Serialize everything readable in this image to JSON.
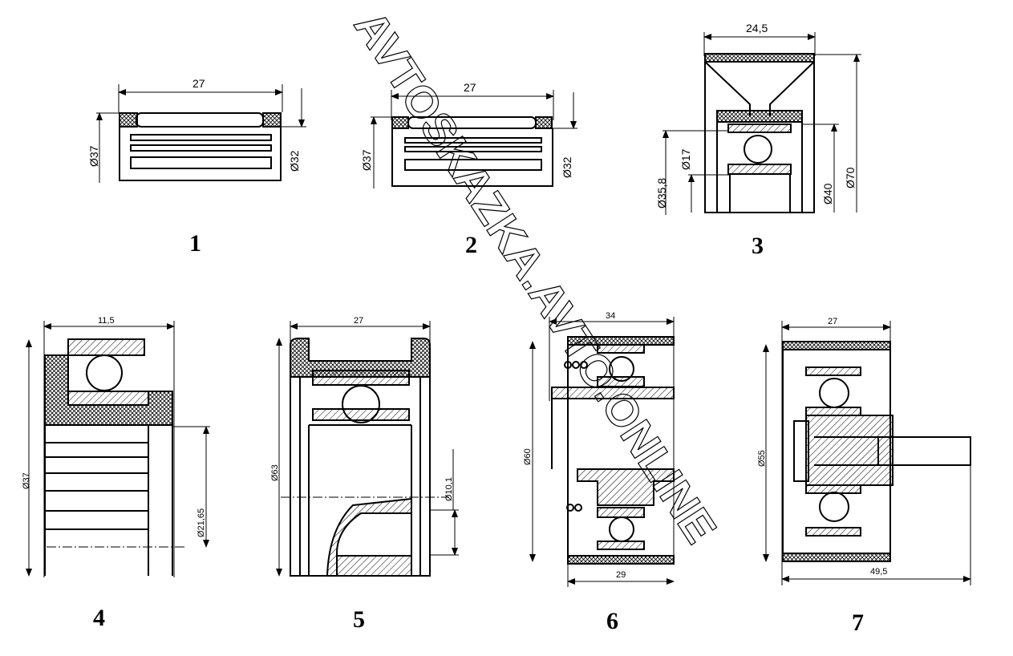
{
  "watermark": "AVTOSKAZKA.AVTO.ONLINE",
  "figures": [
    {
      "number": "1",
      "dims": [
        "27",
        "Ø37",
        "Ø32"
      ]
    },
    {
      "number": "2",
      "dims": [
        "27",
        "Ø37",
        "Ø32"
      ]
    },
    {
      "number": "3",
      "dims": [
        "24,5",
        "Ø17",
        "Ø35,8",
        "Ø40",
        "Ø70"
      ]
    },
    {
      "number": "4",
      "dims": [
        "11,5",
        "Ø37",
        "Ø21,65"
      ]
    },
    {
      "number": "5",
      "dims": [
        "27",
        "Ø63",
        "Ø10,1"
      ]
    },
    {
      "number": "6",
      "dims": [
        "34",
        "Ø60",
        "29"
      ]
    },
    {
      "number": "7",
      "dims": [
        "27",
        "Ø55",
        "49,5"
      ]
    }
  ]
}
